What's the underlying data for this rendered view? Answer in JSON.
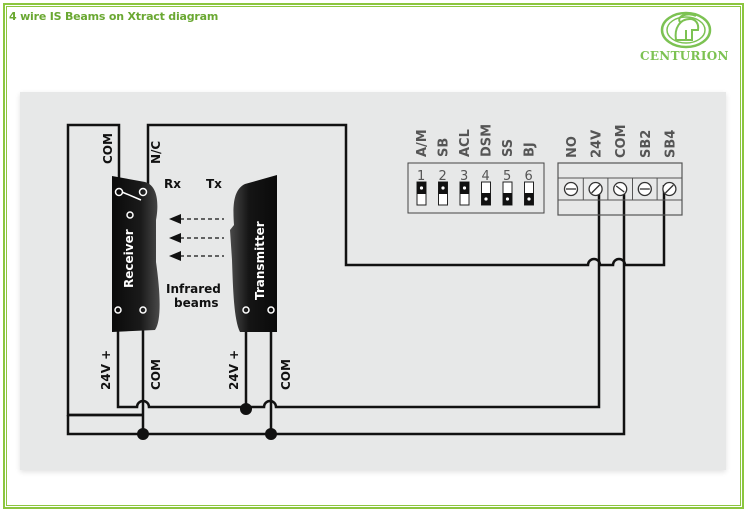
{
  "title": "4 wire IS Beams on Xtract diagram",
  "logo": {
    "brand": "CENTURION",
    "icon": "centurion-helmet-icon",
    "color": "#7cc252"
  },
  "colors": {
    "frame": "#8cc63f",
    "title": "#6aa832",
    "panel": "#e7e8e8",
    "wire": "#111111"
  },
  "receiver": {
    "label": "Receiver",
    "top_terminals": [
      "COM",
      "N/C"
    ],
    "bottom_terminals": [
      "24V +",
      "COM"
    ],
    "tag": "Rx"
  },
  "transmitter": {
    "label": "Transmitter",
    "bottom_terminals": [
      "24V +",
      "COM"
    ],
    "tag": "Tx"
  },
  "beams": {
    "label_line1": "Infrared",
    "label_line2": "beams",
    "count": 3
  },
  "dip_switches": [
    {
      "num": "1",
      "label": "A/M",
      "state": "up"
    },
    {
      "num": "2",
      "label": "SB",
      "state": "up"
    },
    {
      "num": "3",
      "label": "ACL",
      "state": "up"
    },
    {
      "num": "4",
      "label": "DSM",
      "state": "down"
    },
    {
      "num": "5",
      "label": "SS",
      "state": "down"
    },
    {
      "num": "6",
      "label": "BJ",
      "state": "down"
    }
  ],
  "terminal_block": [
    {
      "label": "NO"
    },
    {
      "label": "24V"
    },
    {
      "label": "COM"
    },
    {
      "label": "SB2"
    },
    {
      "label": "SB4"
    }
  ]
}
